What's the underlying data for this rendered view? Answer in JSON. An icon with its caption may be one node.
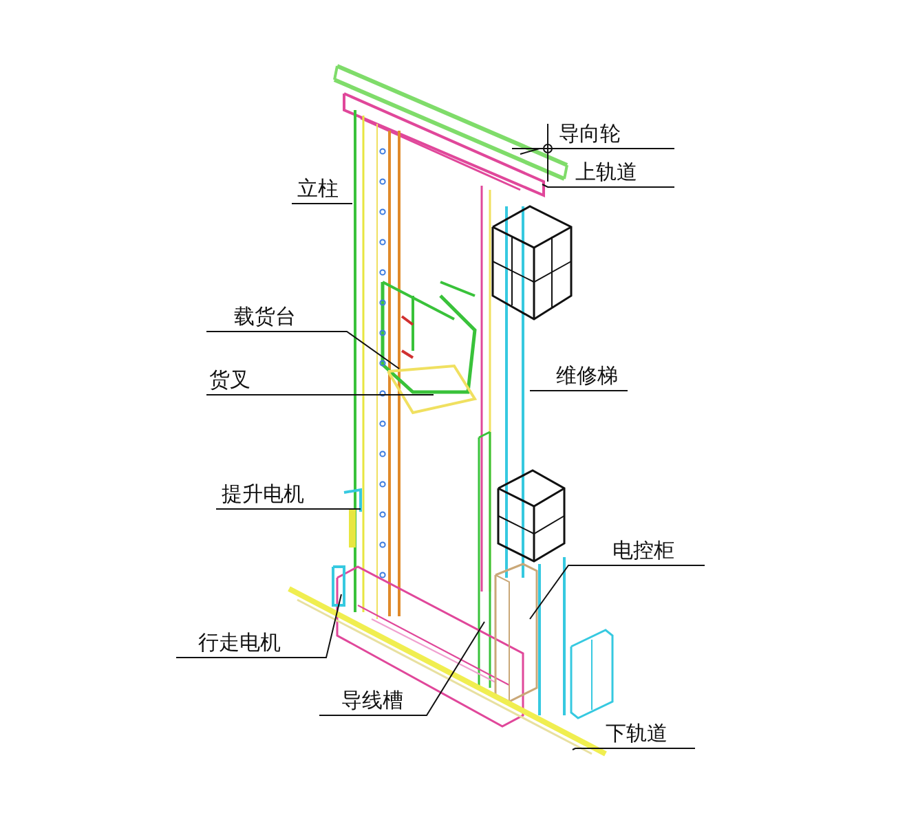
{
  "diagram": {
    "nodes": [
      {
        "text": [
          "导向轮"
        ]
      },
      {
        "text": [
          "上轨道"
        ]
      },
      {
        "text": [
          "立柱"
        ]
      },
      {
        "text": [
          "载货台"
        ]
      },
      {
        "text": [
          "货叉"
        ]
      },
      {
        "text": [
          "维修梯"
        ]
      },
      {
        "text": [
          "提升电机"
        ]
      },
      {
        "text": [
          "电控柜"
        ]
      },
      {
        "text": [
          "行走电机"
        ]
      },
      {
        "text": [
          "导线槽"
        ]
      },
      {
        "text": [
          "下轨道"
        ]
      }
    ],
    "edges": [
      {
        "from": 0,
        "to": null,
        "arrow": "none"
      },
      {
        "from": 1,
        "to": null,
        "arrow": "none"
      },
      {
        "from": 2,
        "to": null,
        "arrow": "none"
      },
      {
        "from": 3,
        "to": null,
        "arrow": "none"
      },
      {
        "from": 4,
        "to": null,
        "arrow": "none"
      },
      {
        "from": 5,
        "to": null,
        "arrow": "none"
      },
      {
        "from": 6,
        "to": null,
        "arrow": "none"
      },
      {
        "from": 7,
        "to": null,
        "arrow": "none"
      },
      {
        "from": 8,
        "to": null,
        "arrow": "none"
      },
      {
        "from": 9,
        "to": null,
        "arrow": "none"
      },
      {
        "from": 10,
        "to": null,
        "arrow": "none"
      }
    ]
  }
}
